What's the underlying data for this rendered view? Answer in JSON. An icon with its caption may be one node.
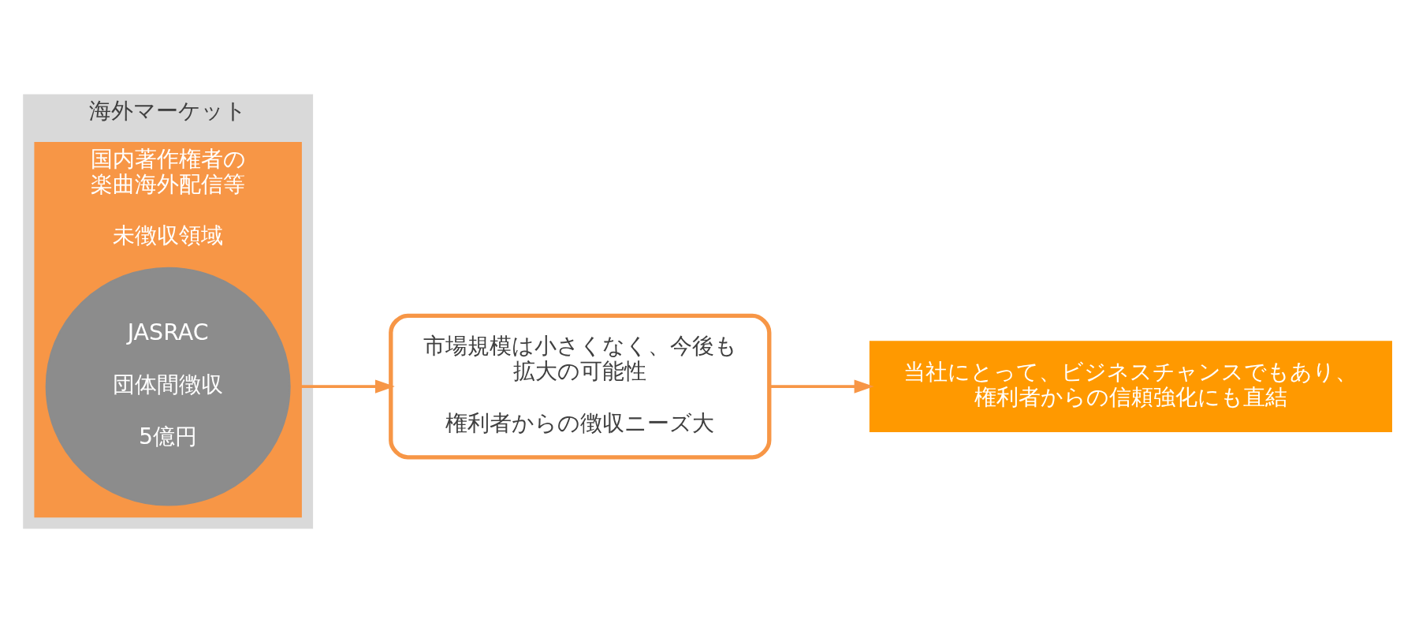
{
  "diagram": {
    "nodes": [
      {
        "text": [
          "海外マーケット"
        ]
      },
      {
        "text": [
          "国内著作権者の楽曲海外配信等",
          "未徴収領域"
        ],
        "in": 0
      },
      {
        "text": [
          "JASRAC",
          "団体間徴収",
          "5億円"
        ],
        "in": 1
      },
      {
        "text": [
          "市場規模は小さくなく、今後も拡大の可能性",
          "権利者からの徴収ニーズ大"
        ]
      },
      {
        "text": [
          "当社にとって、ビジネスチャンスでもあり、権利者からの信頼強化にも直結"
        ]
      }
    ],
    "edges": [
      {
        "from": 1,
        "to": 3,
        "arrow": "to"
      },
      {
        "from": 3,
        "to": 4,
        "arrow": "to"
      }
    ]
  }
}
